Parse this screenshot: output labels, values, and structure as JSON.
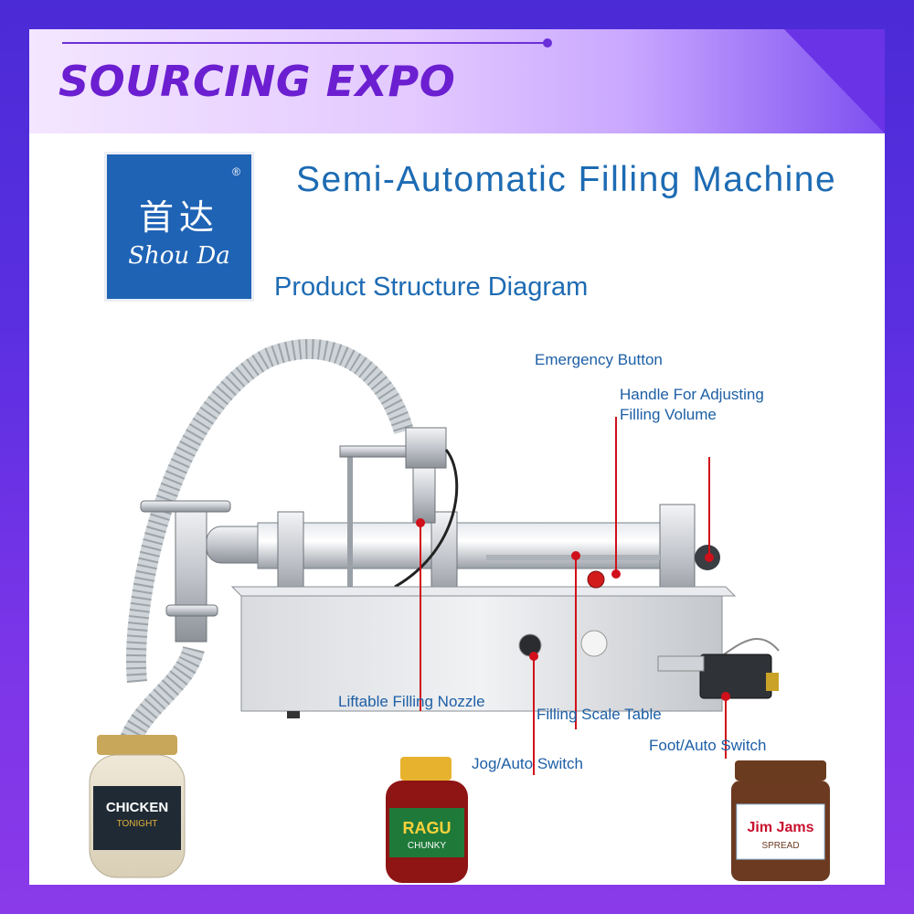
{
  "banner": {
    "title": "SOURCING EXPO"
  },
  "logo": {
    "chinese": "首达",
    "english": "Shou Da",
    "registered": "®"
  },
  "header": {
    "title": "Semi-Automatic Filling Machine",
    "subtitle": "Product Structure Diagram"
  },
  "labels": {
    "emergency_button": "Emergency Button",
    "handle_line1": "Handle For Adjusting",
    "handle_line2": "Filling Volume",
    "liftable_nozzle": "Liftable Filling Nozzle",
    "scale_table": "Filling Scale Table",
    "jog_switch": "Jog/Auto Switch",
    "foot_switch": "Foot/Auto Switch"
  },
  "jars": {
    "chicken": {
      "brand": "CHICKEN",
      "sub": "TONIGHT"
    },
    "ragu": {
      "brand": "RAGU",
      "sub": "CHUNKY"
    },
    "jimjams": {
      "brand": "Jim Jams",
      "sub": "SPREAD"
    }
  },
  "colors": {
    "label_text": "#1d5fa6",
    "leader_line": "#d0101a",
    "logo_bg": "#1f63b5"
  }
}
